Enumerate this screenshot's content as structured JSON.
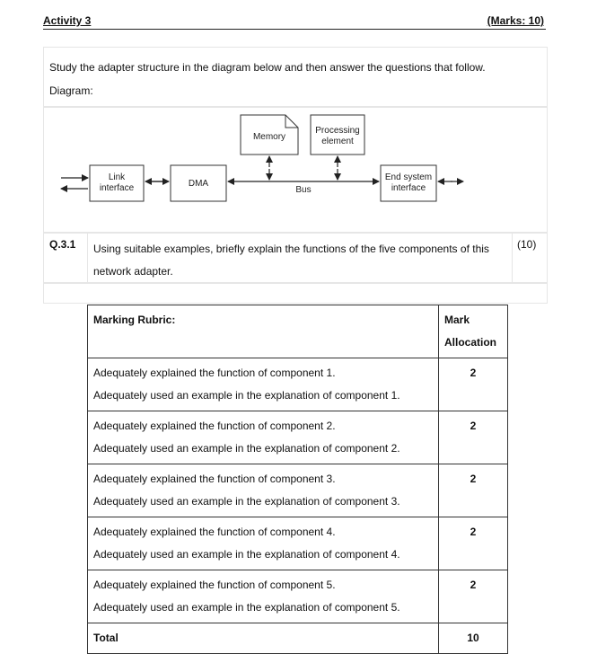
{
  "header": {
    "activity": "Activity 3",
    "marks": "(Marks: 10)"
  },
  "intro": "Study the adapter structure in the diagram below and then answer the questions that follow.",
  "diagram_label": "Diagram:",
  "diagram": {
    "memory": "Memory",
    "processing_line1": "Processing",
    "processing_line2": "element",
    "link_line1": "Link",
    "link_line2": "interface",
    "dma": "DMA",
    "bus": "Bus",
    "end_line1": "End system",
    "end_line2": "interface"
  },
  "question": {
    "number": "Q.3.1",
    "text": "Using suitable examples, briefly explain the functions of the five components of this network adapter.",
    "marks": "(10)"
  },
  "rubric": {
    "header_criteria": "Marking Rubric:",
    "header_mark_line1": "Mark",
    "header_mark_line2": "Allocation",
    "rows": [
      {
        "line1": "Adequately explained the function of component 1.",
        "line2": "Adequately used an example in the explanation of component 1.",
        "mark": "2"
      },
      {
        "line1": "Adequately explained the function of component 2.",
        "line2": "Adequately used an example in the explanation of component 2.",
        "mark": "2"
      },
      {
        "line1": "Adequately explained the function of component 3.",
        "line2": "Adequately used an example in the explanation of component 3.",
        "mark": "2"
      },
      {
        "line1": "Adequately explained the function of component 4.",
        "line2": "Adequately used an example in the explanation of component 4.",
        "mark": "2"
      },
      {
        "line1": "Adequately explained the function of component 5.",
        "line2": "Adequately used an example in the explanation of component 5.",
        "mark": "2"
      }
    ],
    "total_label": "Total",
    "total_mark": "10"
  }
}
